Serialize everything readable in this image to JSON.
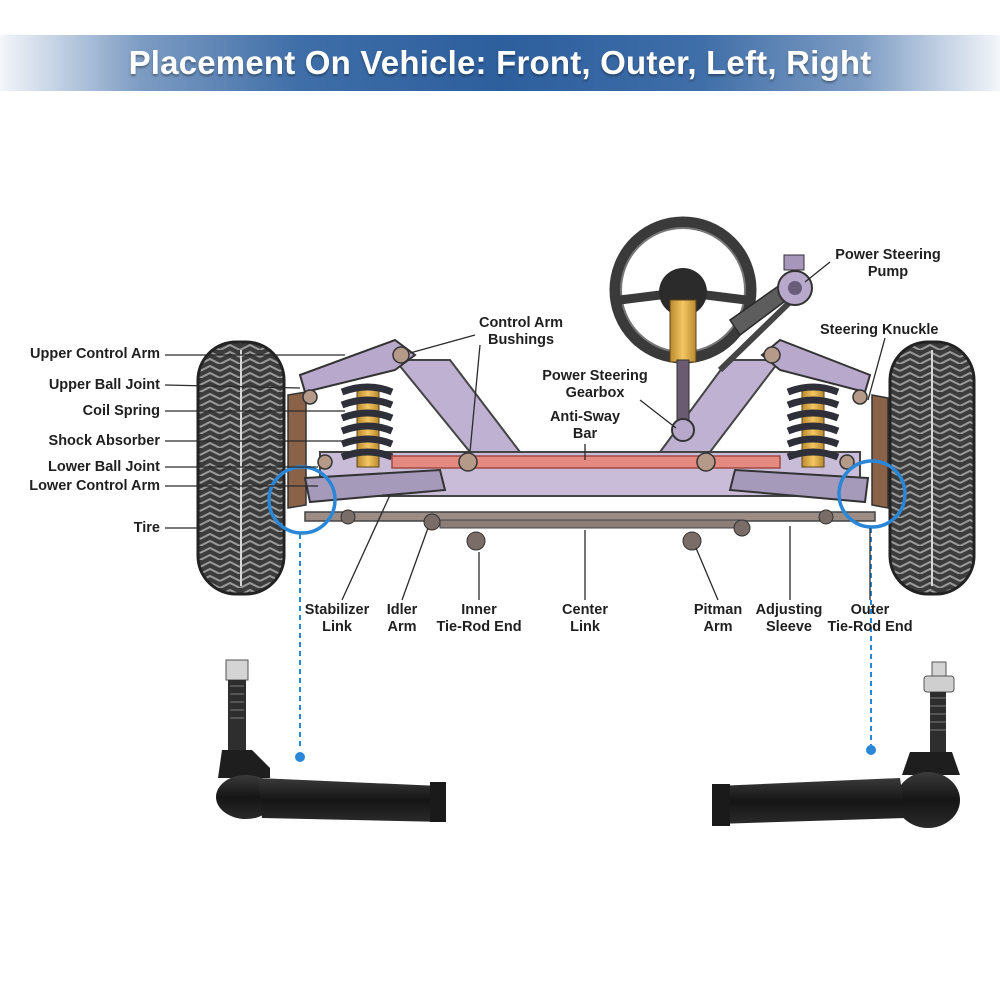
{
  "banner": {
    "title": "Placement On Vehicle: Front, Outer, Left, Right"
  },
  "labels": {
    "upper_control_arm": "Upper Control Arm",
    "upper_ball_joint": "Upper Ball Joint",
    "coil_spring": "Coil Spring",
    "shock_absorber": "Shock Absorber",
    "lower_ball_joint": "Lower Ball Joint",
    "lower_control_arm": "Lower Control Arm",
    "tire": "Tire",
    "control_arm_bushings_1": "Control Arm",
    "control_arm_bushings_2": "Bushings",
    "power_steering_gearbox_1": "Power Steering",
    "power_steering_gearbox_2": "Gearbox",
    "anti_sway_bar_1": "Anti-Sway",
    "anti_sway_bar_2": "Bar",
    "power_steering_pump_1": "Power Steering",
    "power_steering_pump_2": "Pump",
    "steering_knuckle": "Steering Knuckle",
    "stabilizer_link_1": "Stabilizer",
    "stabilizer_link_2": "Link",
    "idler_arm_1": "Idler",
    "idler_arm_2": "Arm",
    "inner_tie_rod_end_1": "Inner",
    "inner_tie_rod_end_2": "Tie-Rod End",
    "center_link_1": "Center",
    "center_link_2": "Link",
    "pitman_arm_1": "Pitman",
    "pitman_arm_2": "Arm",
    "adjusting_sleeve_1": "Adjusting",
    "adjusting_sleeve_2": "Sleeve",
    "outer_tie_rod_end_1": "Outer",
    "outer_tie_rod_end_2": "Tie-Rod End"
  },
  "colors": {
    "banner_blue": "#2d5f9e",
    "highlight_blue": "#2a86d6",
    "frame_purple": "#b7a8c9",
    "anti_sway_red": "#e58a80",
    "tire_dark": "#3a3a3a"
  }
}
